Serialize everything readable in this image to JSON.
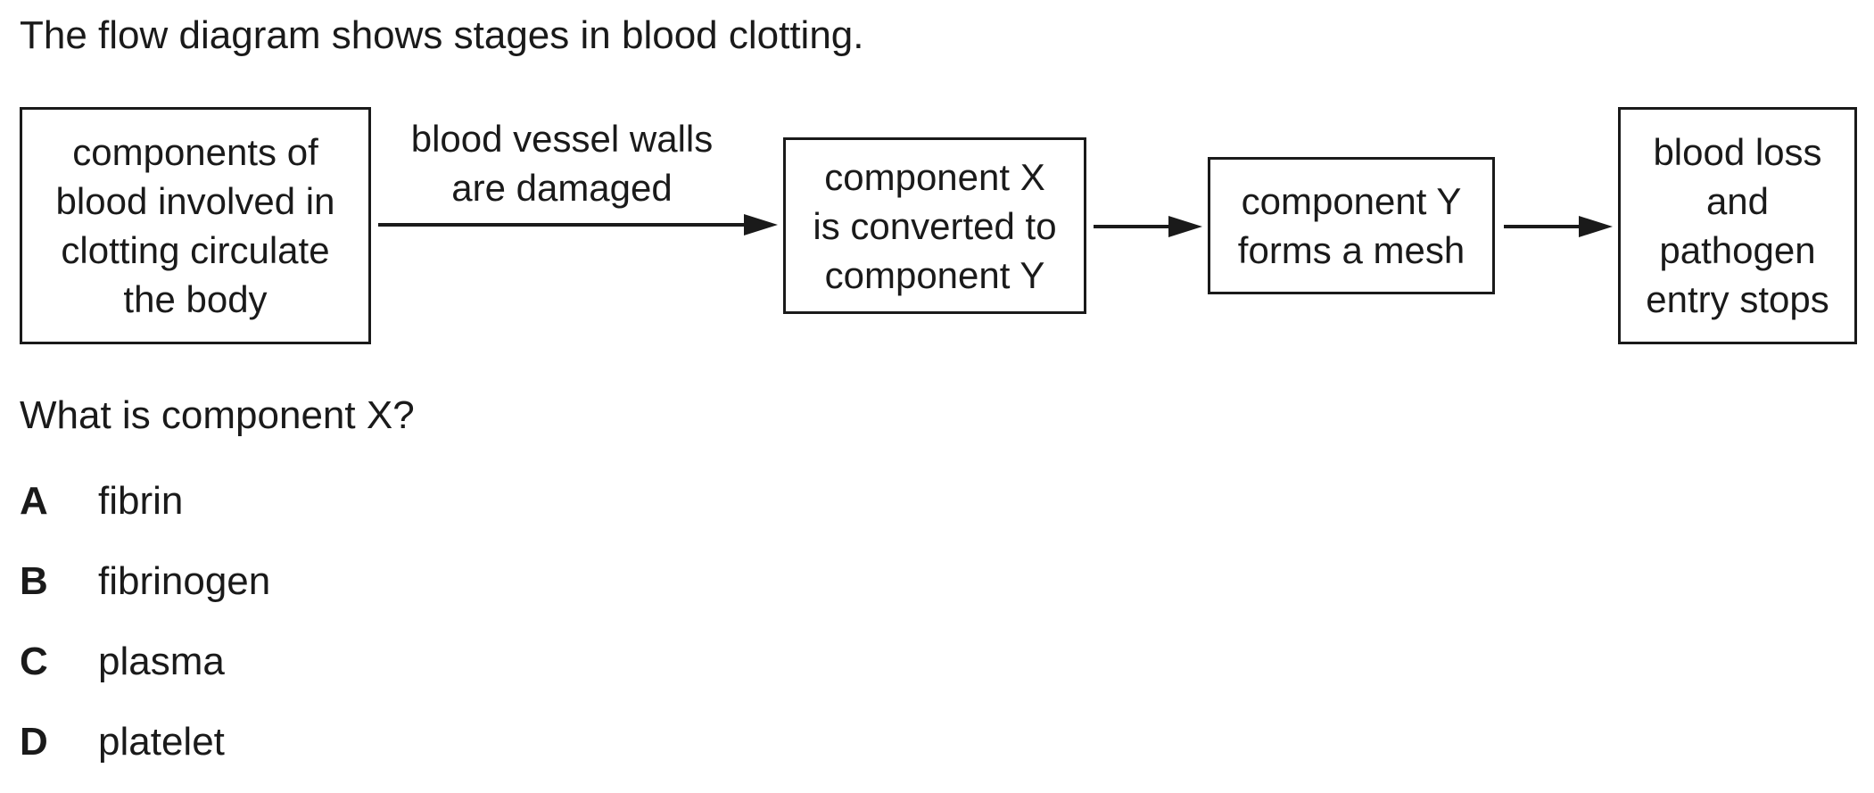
{
  "intro_text": "The flow diagram shows stages in blood clotting.",
  "diagram": {
    "boxes": [
      {
        "text": "components of\nblood involved in\nclotting circulate\nthe body"
      },
      {
        "text": "component X\nis converted to\ncomponent Y"
      },
      {
        "text": "component Y\nforms a mesh"
      },
      {
        "text": "blood loss\nand\npathogen\nentry stops"
      }
    ],
    "arrow_label": "blood vessel walls\nare damaged"
  },
  "question": "What is component X?",
  "options": [
    {
      "letter": "A",
      "text": "fibrin"
    },
    {
      "letter": "B",
      "text": "fibrinogen"
    },
    {
      "letter": "C",
      "text": "plasma"
    },
    {
      "letter": "D",
      "text": "platelet"
    }
  ]
}
